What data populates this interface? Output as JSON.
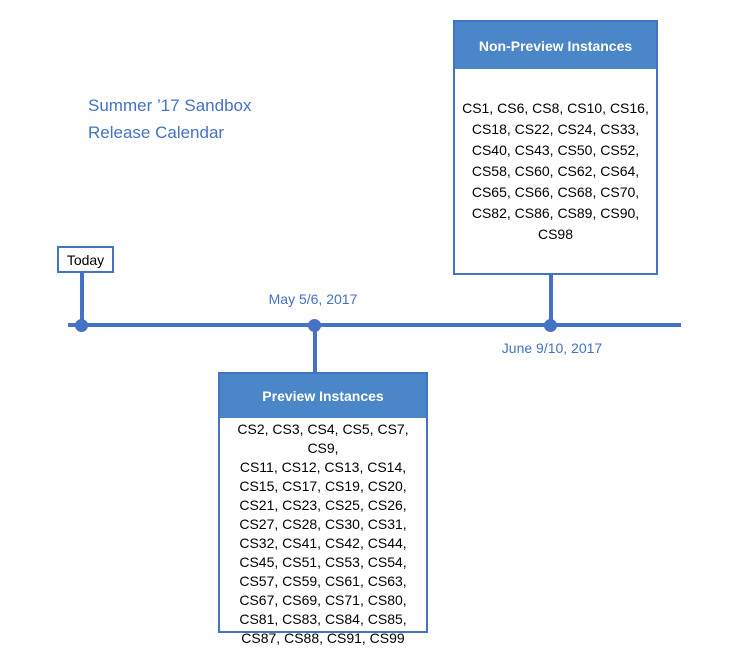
{
  "title": {
    "text": "Summer ’17 Sandbox\nRelease Calendar"
  },
  "timeline": {
    "today_label": "Today",
    "may_date_label": "May 5/6, 2017",
    "june_date_label": "June 9/10, 2017"
  },
  "non_preview_box": {
    "header": "Non-Preview Instances",
    "instances": [
      "CS1",
      "CS6",
      "CS8",
      "CS10",
      "CS16",
      "CS18",
      "CS22",
      "CS24",
      "CS33",
      "CS40",
      "CS43",
      "CS50",
      "CS52",
      "CS58",
      "CS60",
      "CS62",
      "CS64",
      "CS65",
      "CS66",
      "CS68",
      "CS70",
      "CS82",
      "CS86",
      "CS89",
      "CS90",
      "CS98"
    ],
    "instances_display": "CS1, CS6, CS8, CS10, CS16,\nCS18, CS22, CS24, CS33,\nCS40, CS43, CS50, CS52,\nCS58, CS60, CS62, CS64,\nCS65, CS66, CS68, CS70,\nCS82, CS86, CS89, CS90, CS98"
  },
  "preview_box": {
    "header": "Preview Instances",
    "instances": [
      "CS2",
      "CS3",
      "CS4",
      "CS5",
      "CS7",
      "CS9",
      "CS11",
      "CS12",
      "CS13",
      "CS14",
      "CS15",
      "CS17",
      "CS19",
      "CS20",
      "CS21",
      "CS23",
      "CS25",
      "CS26",
      "CS27",
      "CS28",
      "CS30",
      "CS31",
      "CS32",
      "CS41",
      "CS42",
      "CS44",
      "CS45",
      "CS51",
      "CS53",
      "CS54",
      "CS57",
      "CS59",
      "CS61",
      "CS63",
      "CS67",
      "CS69",
      "CS71",
      "CS80",
      "CS81",
      "CS83",
      "CS84",
      "CS85",
      "CS87",
      "CS88",
      "CS91",
      "CS99"
    ],
    "instances_display": "CS2, CS3, CS4, CS5, CS7, CS9,\nCS11, CS12, CS13, CS14,\nCS15, CS17, CS19, CS20,\nCS21, CS23, CS25, CS26,\nCS27, CS28, CS30, CS31,\nCS32, CS41, CS42, CS44,\nCS45, CS51, CS53, CS54,\nCS57, CS59, CS61, CS63,\nCS67, CS69, CS71, CS80,\nCS81, CS83, CS84, CS85,\nCS87, CS88, CS91, CS99"
  },
  "colors": {
    "accent_blue": "#4472C4",
    "header_fill": "#4A86C8",
    "header_text": "#FFFFFF",
    "body_text": "#000000"
  }
}
